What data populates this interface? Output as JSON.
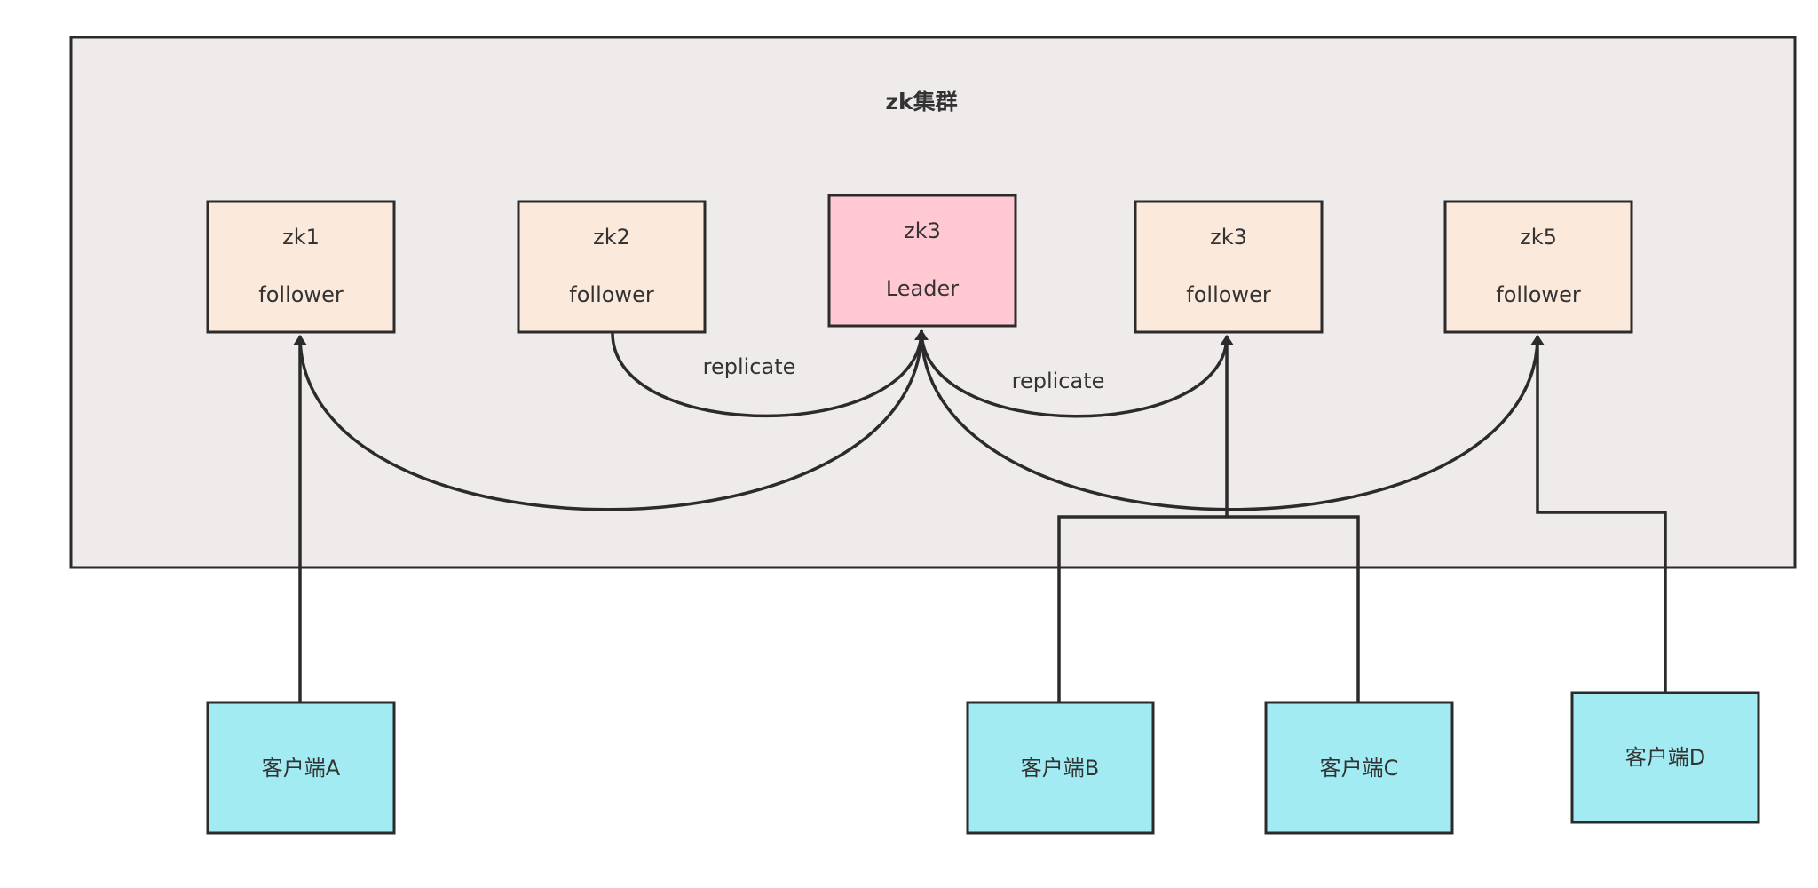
{
  "cluster": {
    "title": "zk集群",
    "fill": "#efebea",
    "stroke": "#2b2b2b"
  },
  "servers": [
    {
      "name": "zk1",
      "role": "follower",
      "fill": "#fbe9dc"
    },
    {
      "name": "zk2",
      "role": "follower",
      "fill": "#fbe9dc"
    },
    {
      "name": "zk3",
      "role": "Leader",
      "fill": "#ffc8d3"
    },
    {
      "name": "zk3",
      "role": "follower",
      "fill": "#fbe9dc"
    },
    {
      "name": "zk5",
      "role": "follower",
      "fill": "#fbe9dc"
    }
  ],
  "clients": [
    {
      "label": "客户端A",
      "fill": "#a2ebf3"
    },
    {
      "label": "客户端B",
      "fill": "#a2ebf3"
    },
    {
      "label": "客户端C",
      "fill": "#a2ebf3"
    },
    {
      "label": "客户端D",
      "fill": "#a2ebf3"
    }
  ],
  "edge_labels": {
    "left_replicate": "replicate",
    "right_replicate": "replicate"
  },
  "colors": {
    "line": "#2b2b2b",
    "text": "#333333"
  }
}
